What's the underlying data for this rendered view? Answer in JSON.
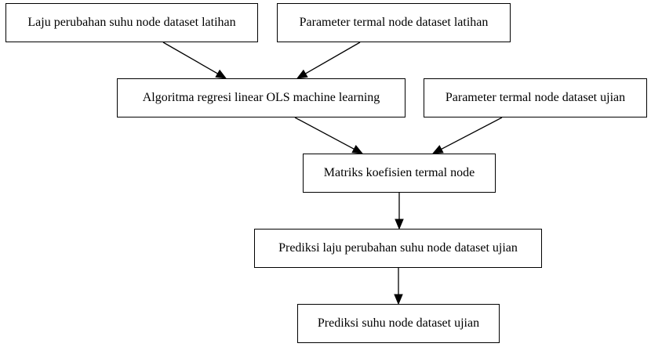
{
  "diagram": {
    "nodes": {
      "laju_latih": "Laju perubahan suhu node dataset latihan",
      "param_latih": "Parameter termal node dataset latihan",
      "ols": "Algoritma regresi linear OLS machine learning",
      "param_ujian": "Parameter termal node dataset ujian",
      "matriks": "Matriks koefisien termal node",
      "prediksi_laju": "Prediksi laju perubahan suhu node dataset ujian",
      "prediksi_suhu": "Prediksi suhu node dataset ujian"
    },
    "edges": [
      {
        "from": "laju_latih",
        "to": "ols"
      },
      {
        "from": "param_latih",
        "to": "ols"
      },
      {
        "from": "ols",
        "to": "matriks"
      },
      {
        "from": "param_ujian",
        "to": "matriks"
      },
      {
        "from": "matriks",
        "to": "prediksi_laju"
      },
      {
        "from": "prediksi_laju",
        "to": "prediksi_suhu"
      }
    ]
  }
}
